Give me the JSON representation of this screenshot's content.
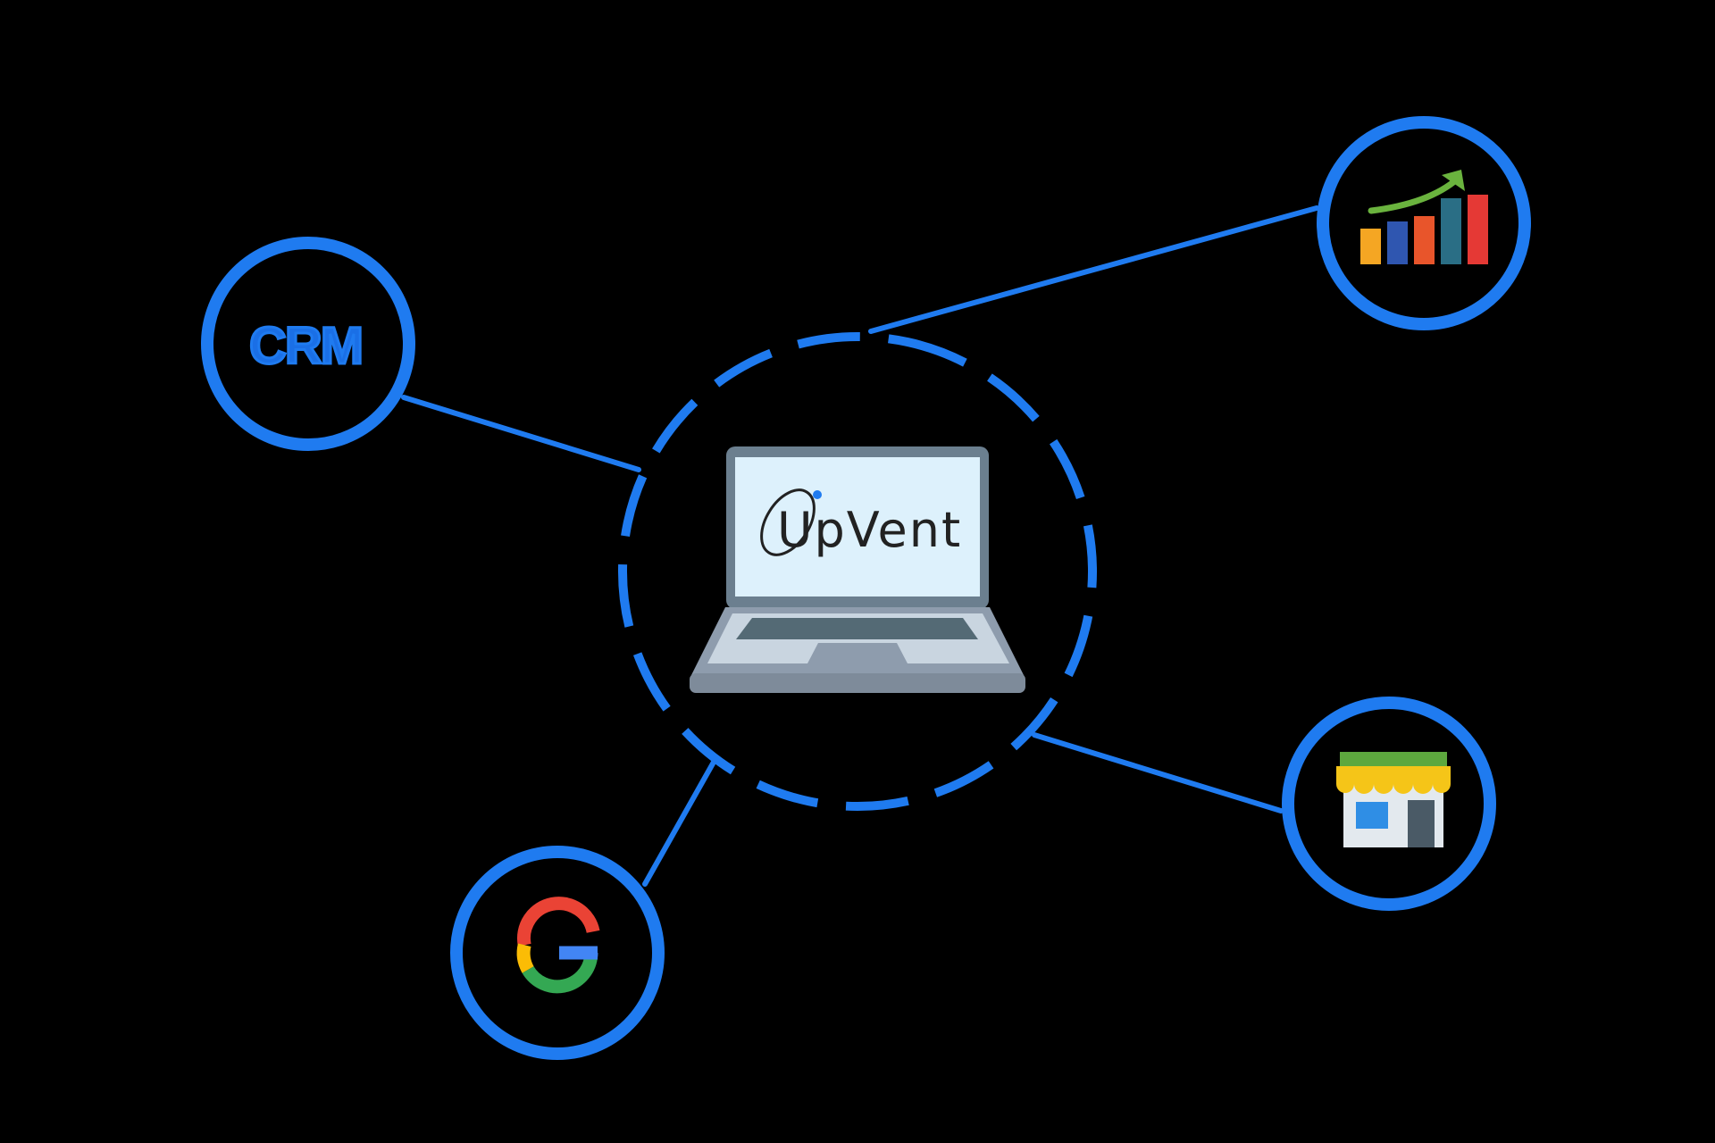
{
  "colors": {
    "background": "#000000",
    "accent": "#1F7BF0",
    "crm_text": "#1A6FE6",
    "laptop_frame": "#6B7F8F",
    "laptop_screen": "#DDF1FC",
    "laptop_base": "#8E9CAD",
    "laptop_keys": "#546A75"
  },
  "hub": {
    "label": "UpVent",
    "icon": "laptop-icon"
  },
  "nodes": [
    {
      "id": "crm",
      "label": "CRM",
      "icon": "crm-text-icon"
    },
    {
      "id": "analytics",
      "label": "",
      "icon": "bar-chart-growth-icon"
    },
    {
      "id": "store",
      "label": "",
      "icon": "storefront-icon"
    },
    {
      "id": "google",
      "label": "",
      "icon": "google-g-icon"
    }
  ]
}
